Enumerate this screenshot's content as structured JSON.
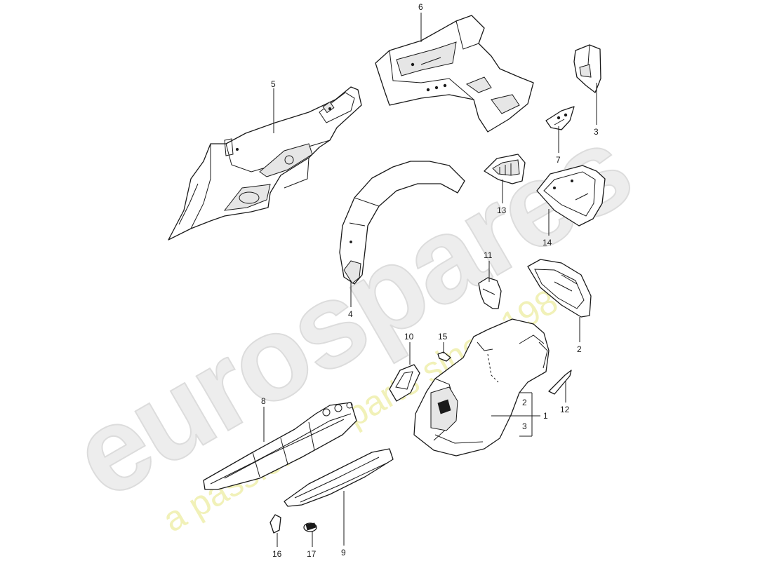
{
  "watermark": {
    "logo": "eurospares",
    "tagline": "a passion for parts since 1985",
    "logo_color": "#ededed",
    "tagline_color": "#f1f1b8"
  },
  "callouts": {
    "c1": "1",
    "c2a": "2",
    "c2b": "2",
    "c3a": "3",
    "c3b": "3",
    "c4": "4",
    "c5": "5",
    "c6": "6",
    "c7": "7",
    "c8": "8",
    "c9": "9",
    "c10": "10",
    "c11": "11",
    "c12": "12",
    "c13": "13",
    "c14": "14",
    "c15": "15",
    "c16": "16",
    "c17": "17"
  }
}
